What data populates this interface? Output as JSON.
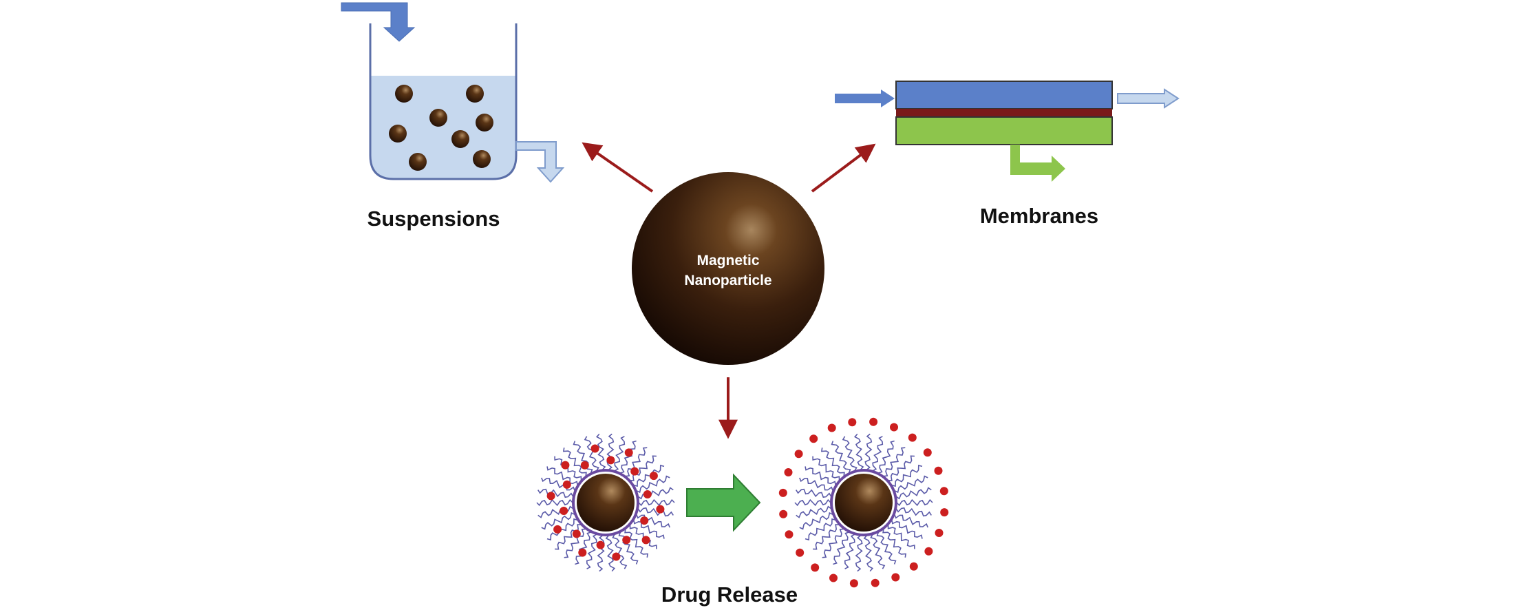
{
  "center": {
    "line1": "Magnetic",
    "line2": "Nanoparticle",
    "color": "#3a1f0d"
  },
  "labels": {
    "suspensions": "Suspensions",
    "membranes": "Membranes",
    "drug_release": "Drug Release"
  },
  "colors": {
    "arrow_red": "#9b1b1b",
    "liquid": "#c6d8ee",
    "membrane_top": "#5b80c9",
    "membrane_mid": "#7a1a1a",
    "membrane_bottom": "#8dc54c",
    "release_arrow": "#4caf50",
    "drug_dot": "#cc1f1f",
    "polymer": "#5a5aa8"
  }
}
